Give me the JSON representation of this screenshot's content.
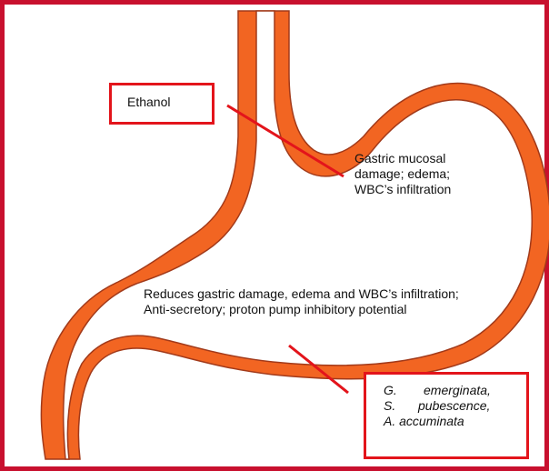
{
  "diagram": {
    "colors": {
      "border": "#c8102e",
      "stomach_wall": "#f26522",
      "stomach_outline": "#a23a1a",
      "label_box": "#e3141b",
      "pointer_line": "#e3141b"
    },
    "ethanol_label": "Ethanol",
    "damage_text": "Gastric mucosal damage; edema; WBC’s infiltration",
    "reduces_text": "Reduces gastric damage, edema and WBC’s infiltration; Anti-secretory; proton pump inhibitory potential",
    "agents": [
      {
        "genus": "G.",
        "species": "emerginata,"
      },
      {
        "genus": "S.",
        "species": "pubescence,"
      },
      {
        "genus": "A.",
        "species": "accuminata"
      }
    ]
  }
}
